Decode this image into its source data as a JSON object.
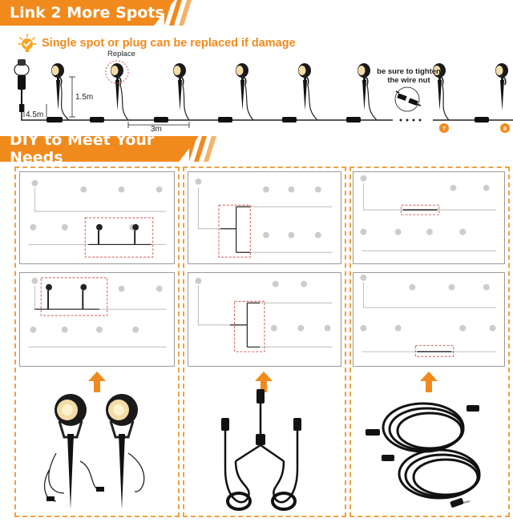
{
  "header": {
    "title": "Link 2 More Spots",
    "subtitle": "Single spot or plug can be replaced if damage"
  },
  "chain": {
    "replace_label": "Replace",
    "dim_4_5m": "4.5m",
    "dim_1_5m": "1.5m",
    "dim_3m": "3m",
    "tighten_line1": "be sure to tighten",
    "tighten_line2": "the wire nut",
    "badge_7": "7",
    "badge_8": "8"
  },
  "section2": {
    "title": "DIY to Meet Your Needs"
  },
  "colors": {
    "accent": "#f18a1d",
    "highlight_box": "#d9534f"
  },
  "icons": {
    "tip": "lightbulb-check-icon",
    "arrow": "arrow-up-icon"
  }
}
